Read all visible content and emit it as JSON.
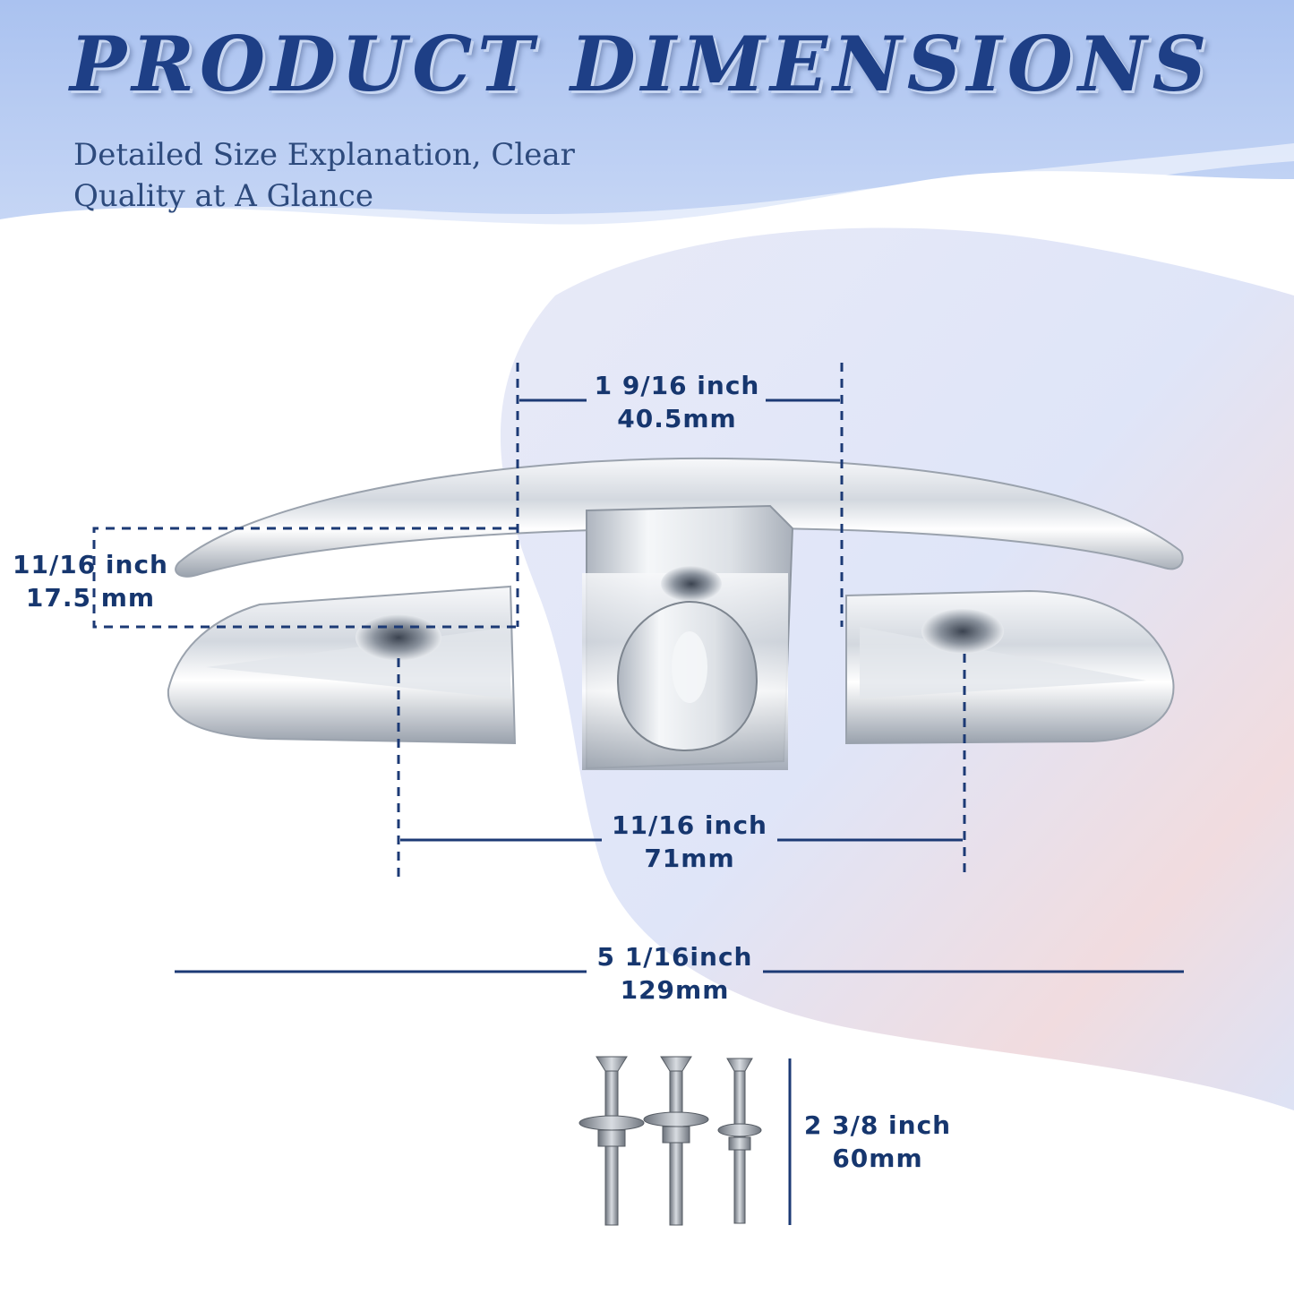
{
  "header": {
    "title": "PRODUCT DIMENSIONS",
    "subtitle_line1": "Detailed Size Explanation, Clear",
    "subtitle_line2": "Quality at A Glance"
  },
  "dimensions": {
    "top_width": {
      "imperial": "1 9/16 inch",
      "metric": "40.5mm"
    },
    "side_height": {
      "imperial": "11/16 inch",
      "metric": "17.5 mm"
    },
    "hole_spacing": {
      "imperial": "11/16 inch",
      "metric": "71mm"
    },
    "overall_length": {
      "imperial": "5 1/16inch",
      "metric": "129mm"
    },
    "screw_length": {
      "imperial": "2 3/8 inch",
      "metric": "60mm"
    }
  },
  "colors": {
    "title": "#1e3f86",
    "dimension_text": "#16366e",
    "dimension_line": "#1c3a75",
    "wave_blue": "#b8cbf2",
    "chrome": "#c9cfd8"
  },
  "icons": {
    "product": "boat-cleat-icon",
    "hardware": "screw-set-icon"
  }
}
